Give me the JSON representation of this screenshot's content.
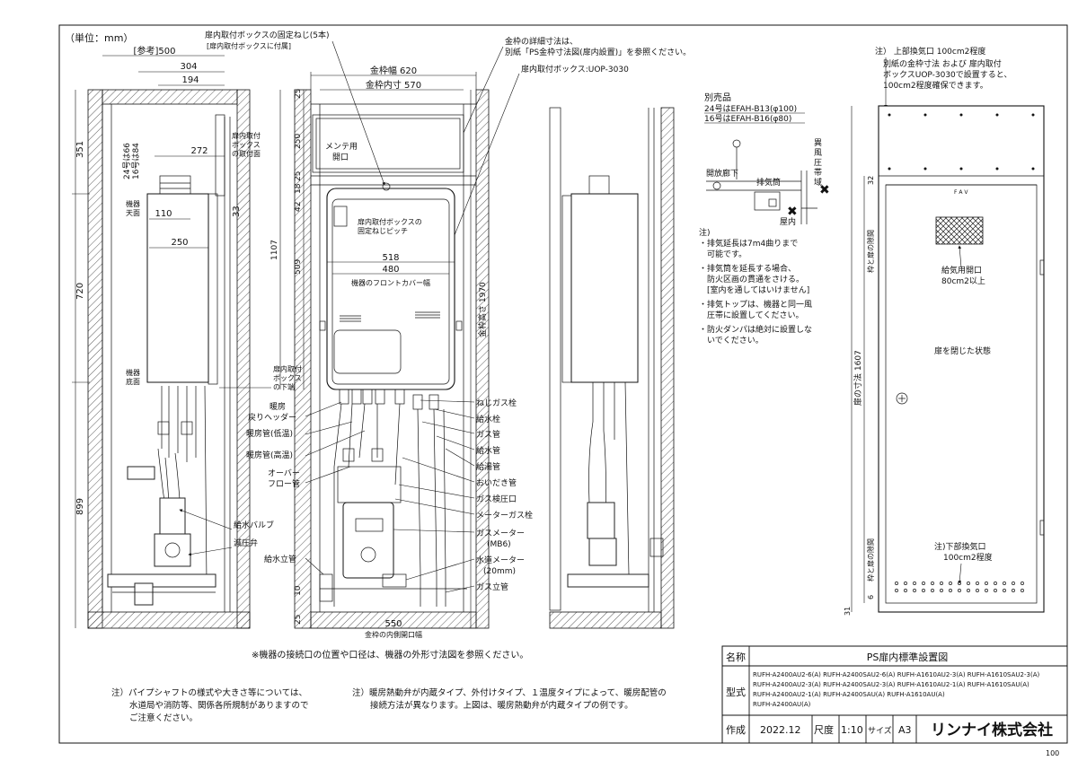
{
  "unit_label": "（単位：mm）",
  "title_block": {
    "name_label": "名称",
    "name_value": "PS扉内標準設置図",
    "model_label": "型式",
    "models": [
      "RUFH-A2400AU2-6(A)  RUFH-A2400SAU2-6(A)  RUFH-A1610AU2-3(A)  RUFH-A1610SAU2-3(A)",
      "RUFH-A2400AU2-3(A)  RUFH-A2400SAU2-3(A)  RUFH-A1610AU2-1(A)  RUFH-A1610SAU(A)",
      "RUFH-A2400AU2-1(A)  RUFH-A2400SAU(A)      RUFH-A1610AU(A)",
      "RUFH-A2400AU(A)"
    ],
    "made_label": "作成",
    "date": "2022.12",
    "scale_label": "尺度",
    "scale": "1:10",
    "size_label": "サイズ",
    "size": "A3",
    "company": "リンナイ株式会社",
    "page_no": "100"
  },
  "notes_bottom": {
    "connection": "※機器の接続口の位置や口径は、機器の外形寸法図を参照ください。",
    "left": [
      "注）パイプシャフトの様式や大きさ等については、",
      "水道局や消防等、関係各所規制がありますので",
      "ご注意ください。"
    ],
    "right": [
      "注）暖房熱動弁が内蔵タイプ、外付けタイプ、１温度タイプによって、暖房配管の",
      "接続方法が異なります。上図は、暖房熱動弁が内蔵タイプの例です。"
    ]
  },
  "callouts_top": {
    "screw": "扉内取付ボックスの固定ねじ(5本)",
    "screw_sub": "[扉内取付ボックスに付属]",
    "frame_detail_1": "金枠の詳細寸法は、",
    "frame_detail_2": "別紙「PS金枠寸法図(扉内設置)」を参照ください。",
    "box_model": "扉内取付ボックス:UOP-3030"
  },
  "side_view": {
    "dims": {
      "ref500": "[参考]500",
      "d304": "304",
      "d194": "194",
      "d272": "272",
      "d110": "110",
      "d250": "250",
      "d33": "33",
      "v351": "351",
      "v720": "720",
      "v899": "899",
      "gou24": "24号は66",
      "gou16": "16号は84"
    },
    "labels": {
      "box_face": [
        "扉内取付",
        "ボックス",
        "の取付面"
      ],
      "top_face": [
        "機器",
        "天面"
      ],
      "bottom_face": [
        "機器",
        "底面"
      ],
      "box_bottom": [
        "扉内取付",
        "ボックス",
        "の下端"
      ],
      "water_valve": "給水バルブ",
      "pressure_valve": "減圧弁"
    }
  },
  "front_view": {
    "dims": {
      "frame_w": "金枠幅 620",
      "frame_inner": "金枠内寸 570",
      "w518": "518",
      "w480": "480",
      "w550": "550",
      "w550_label": "金枠の内側開口幅",
      "v25a": "25",
      "v250": "250",
      "v25b": "25",
      "v18": "18",
      "v42": "42",
      "v509": "509",
      "v1107": "1107",
      "v1970": "金枠高さ 1970",
      "v10": "10",
      "v25c": "25"
    },
    "labels": {
      "maint": [
        "メンテ用",
        "開口"
      ],
      "pitch": [
        "扉内取付ボックスの",
        "固定ねじピッチ"
      ],
      "cover": "機器のフロントカバー幅"
    },
    "parts_left": [
      "暖房",
      "戻りヘッダー",
      "暖房管(低温)",
      "暖房管(高温)",
      "オーバー",
      "フロー管",
      "給水立管"
    ],
    "parts_right": [
      "ねじガス栓",
      "給水栓",
      "ガス管",
      "給水管",
      "給湯管",
      "おいだき管",
      "ガス検圧口",
      "メーターガス栓",
      "ガスメーター",
      "(MB6)",
      "水道メーター",
      "(20mm)",
      "ガス立管"
    ]
  },
  "option": {
    "title": "別売品",
    "line1": "24号はEFAH-B13(φ100)",
    "line2": "16号はEFAH-B16(φ80)",
    "corridor": "開放廊下",
    "exhaust": "排気筒",
    "wind": [
      "異",
      "風",
      "圧",
      "帯",
      "域"
    ],
    "indoor": "屋内"
  },
  "notes_mid": {
    "head": "注)",
    "items": [
      [
        "・排気延長は7m4曲りまで",
        "　可能です。"
      ],
      [
        "・排気筒を延長する場合、",
        "　防火区画の貫通をさける。",
        "　[室内を通してはいけません]"
      ],
      [
        "・排気トップは、機器と同一風",
        "　圧帯に設置してください。"
      ],
      [
        "・防火ダンパは絶対に設置しな",
        "　いでください。"
      ]
    ]
  },
  "door_view": {
    "note_top": [
      "注） 上部換気口 100cm2程度",
      "　別紙の金枠寸法 および 扉内取付",
      "　ボックスUOP-3030で設置すると、",
      "　100cm2程度確保できます。"
    ],
    "supply": [
      "給気用開口",
      "80cm2以上"
    ],
    "closed": "扉を閉じた状態",
    "height": "扉の寸法 1607",
    "gap_top": "枠と扉の隙間",
    "gap_bottom": "枠と扉の隙間",
    "v32": "32",
    "v6": "6",
    "v31": "31",
    "note_bottom": [
      "注)下部換気口",
      "100cm2程度"
    ]
  }
}
